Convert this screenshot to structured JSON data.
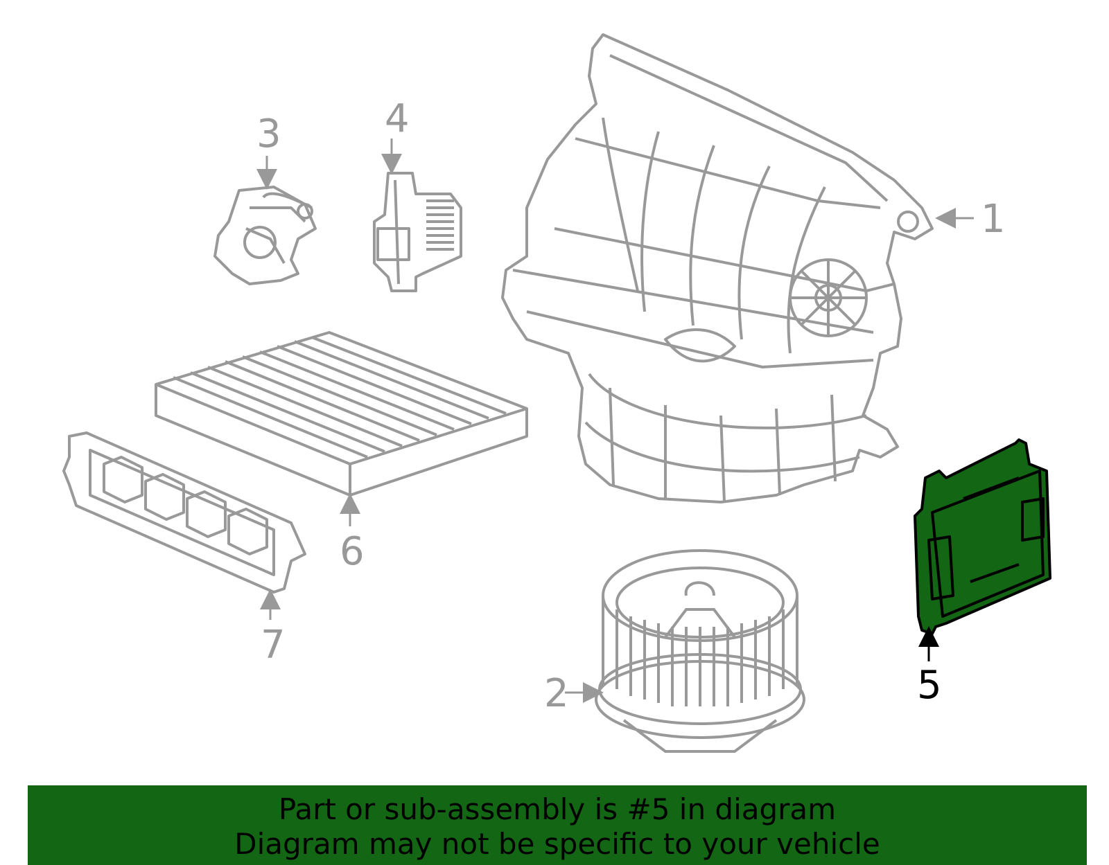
{
  "colors": {
    "line": "#999999",
    "highlight_fill": "#136613",
    "highlight_line": "#000000",
    "footer_bg": "#136613",
    "footer_text": "#000000"
  },
  "callouts": {
    "c1": "1",
    "c2": "2",
    "c3": "3",
    "c4": "4",
    "c5": "5",
    "c6": "6",
    "c7": "7"
  },
  "footer": {
    "line1": "Part or sub-assembly is #5 in diagram",
    "line2": "Diagram may not be specific to your vehicle"
  }
}
